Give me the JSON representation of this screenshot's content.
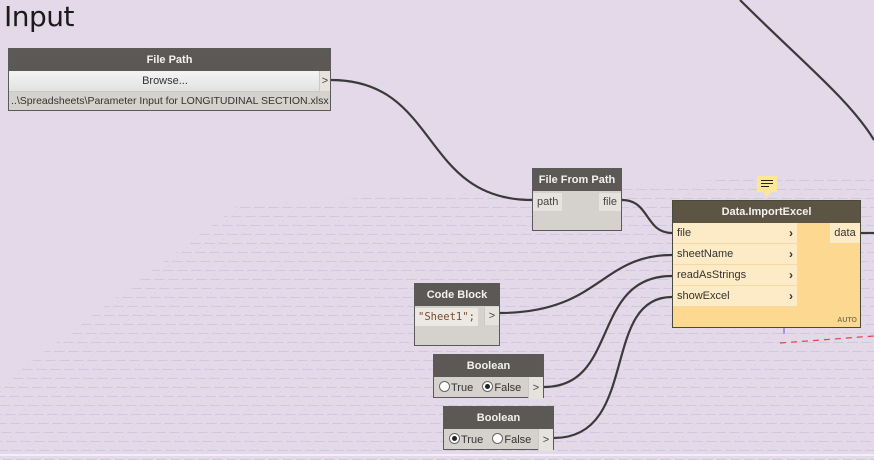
{
  "canvas": {
    "title": "Input",
    "background": "#e4d9e9"
  },
  "nodes": {
    "file_path": {
      "title": "File Path",
      "browse_label": "Browse...",
      "out_arrow": ">",
      "value": "..\\Spreadsheets\\Parameter Input for LONGITUDINAL SECTION.xlsx"
    },
    "file_from_path": {
      "title": "File From Path",
      "input": "path",
      "output": "file"
    },
    "import_excel": {
      "title": "Data.ImportExcel",
      "inputs": [
        {
          "label": "file",
          "chevron": "›"
        },
        {
          "label": "sheetName",
          "chevron": "›"
        },
        {
          "label": "readAsStrings",
          "chevron": "›"
        },
        {
          "label": "showExcel",
          "chevron": "›"
        }
      ],
      "output": "data",
      "lacing": "AUTO",
      "note_icon": "comment-icon"
    },
    "code_block": {
      "title": "Code Block",
      "code": "\"Sheet1\";",
      "out_arrow": ">"
    },
    "boolean_1": {
      "title": "Boolean",
      "true_label": "True",
      "false_label": "False",
      "selected": "False",
      "out_arrow": ">"
    },
    "boolean_2": {
      "title": "Boolean",
      "true_label": "True",
      "false_label": "False",
      "selected": "True",
      "out_arrow": ">"
    }
  }
}
